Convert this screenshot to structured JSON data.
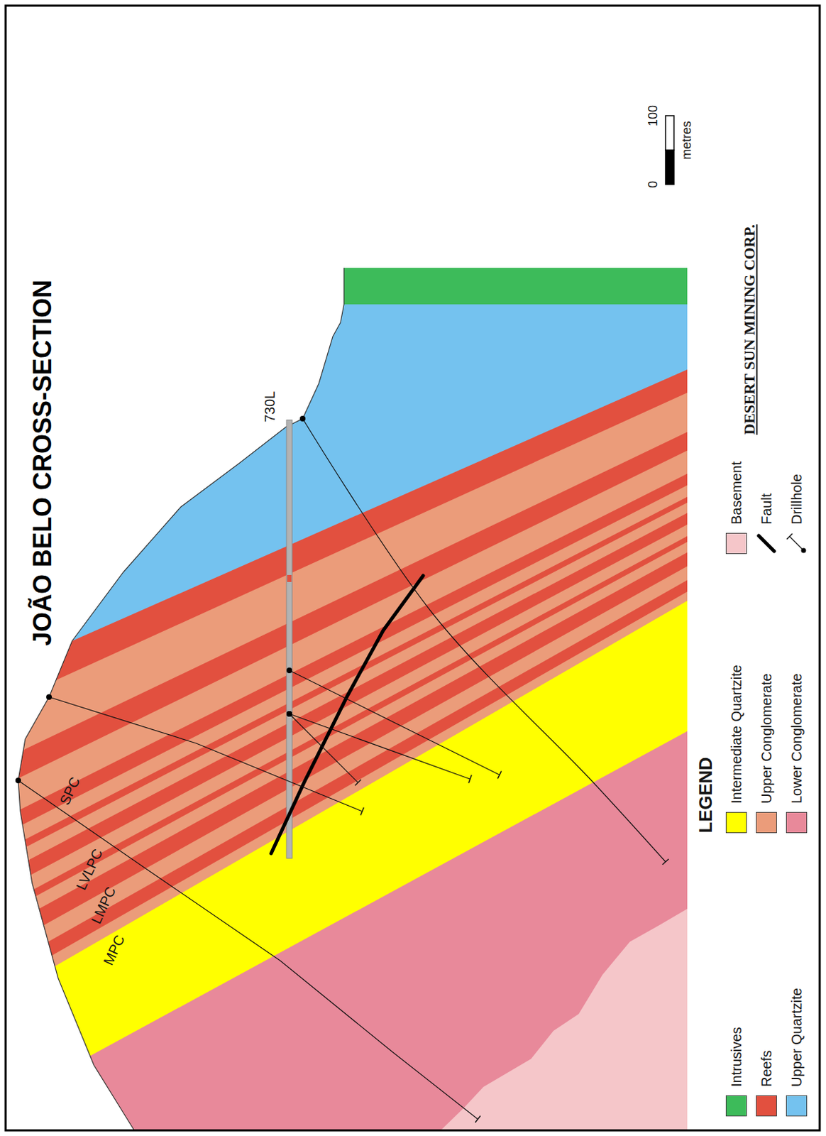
{
  "diagram": {
    "title": "JOÃO BELO CROSS-SECTION",
    "labels": [
      "730L",
      "SPC",
      "LVLPC",
      "LMPC",
      "MPC",
      "0",
      "100",
      "metres",
      "LEGEND",
      "DESERT SUN MINING CORP."
    ],
    "legend": [
      {
        "text": "Intrusives",
        "color": "#3dbb5a"
      },
      {
        "text": "Reefs",
        "color": "#e2503f"
      },
      {
        "text": "Upper Quartzite",
        "color": "#74c2ef"
      },
      {
        "text": "Intermediate Quartzite",
        "color": "#ffff00"
      },
      {
        "text": "Upper Conglomerate",
        "color": "#eb9c7a"
      },
      {
        "text": "Lower Conglomerate",
        "color": "#e8899a"
      },
      {
        "text": "Basement",
        "color": "#f5c6c9"
      },
      {
        "text": "Fault"
      },
      {
        "text": "Drillhole"
      }
    ]
  }
}
